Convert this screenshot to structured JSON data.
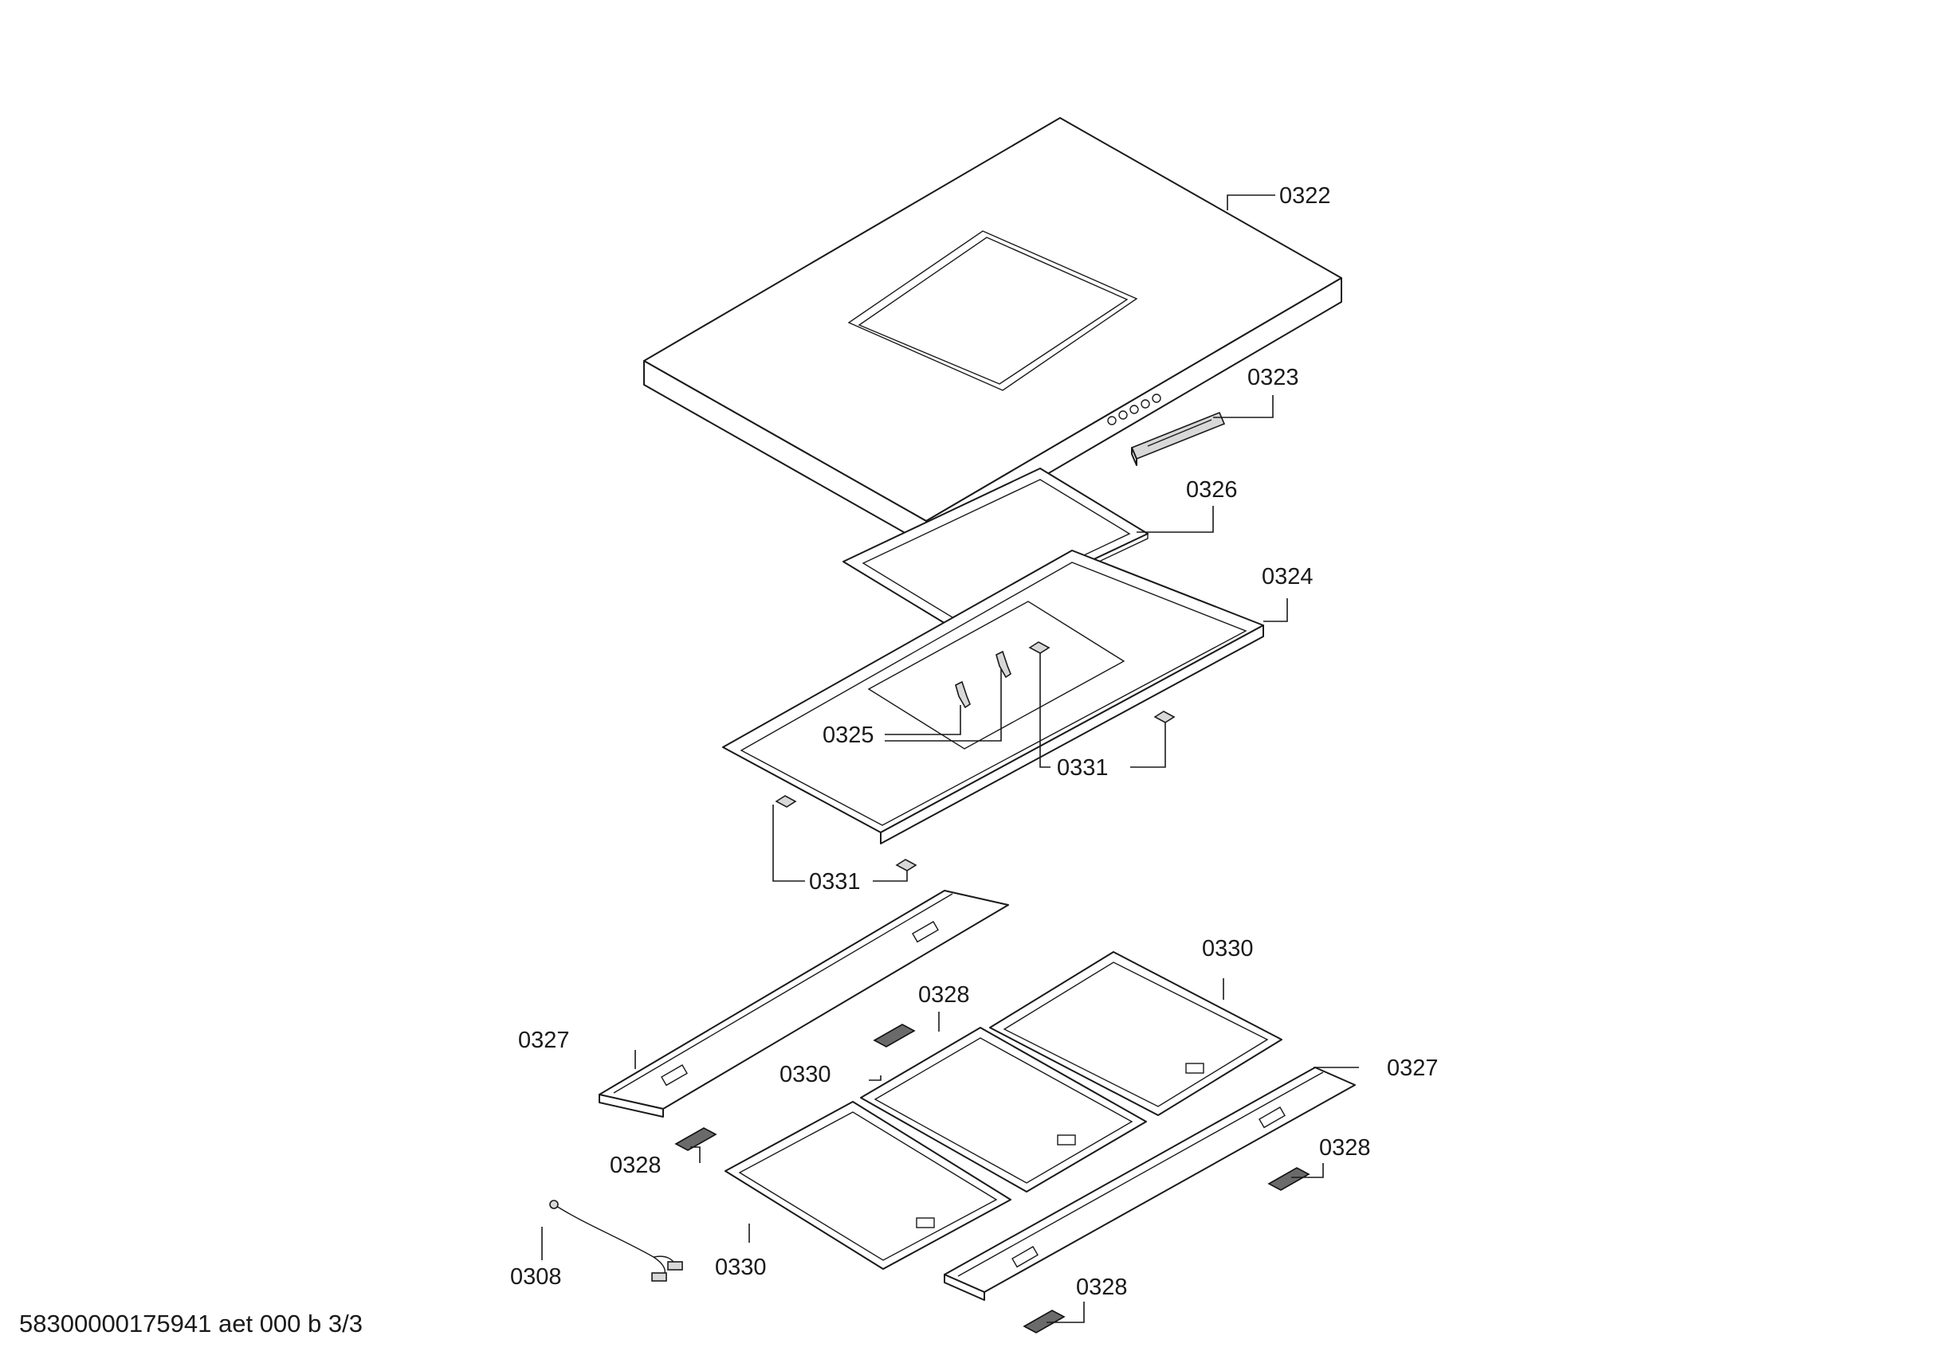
{
  "labels": {
    "hood_body": "0322",
    "control_module": "0323",
    "inner_panel": "0324",
    "hooks": "0325",
    "frame_gasket": "0326",
    "rail_left": "0327",
    "rail_right": "0327",
    "clip_a": "0328",
    "clip_b": "0328",
    "clip_c": "0328",
    "clip_d": "0328",
    "filter_a": "0330",
    "filter_b": "0330",
    "filter_c": "0330",
    "pad_a": "0331",
    "pad_b": "0331",
    "cable": "0308"
  },
  "footer": "58300000175941 aet 000 b 3/3"
}
